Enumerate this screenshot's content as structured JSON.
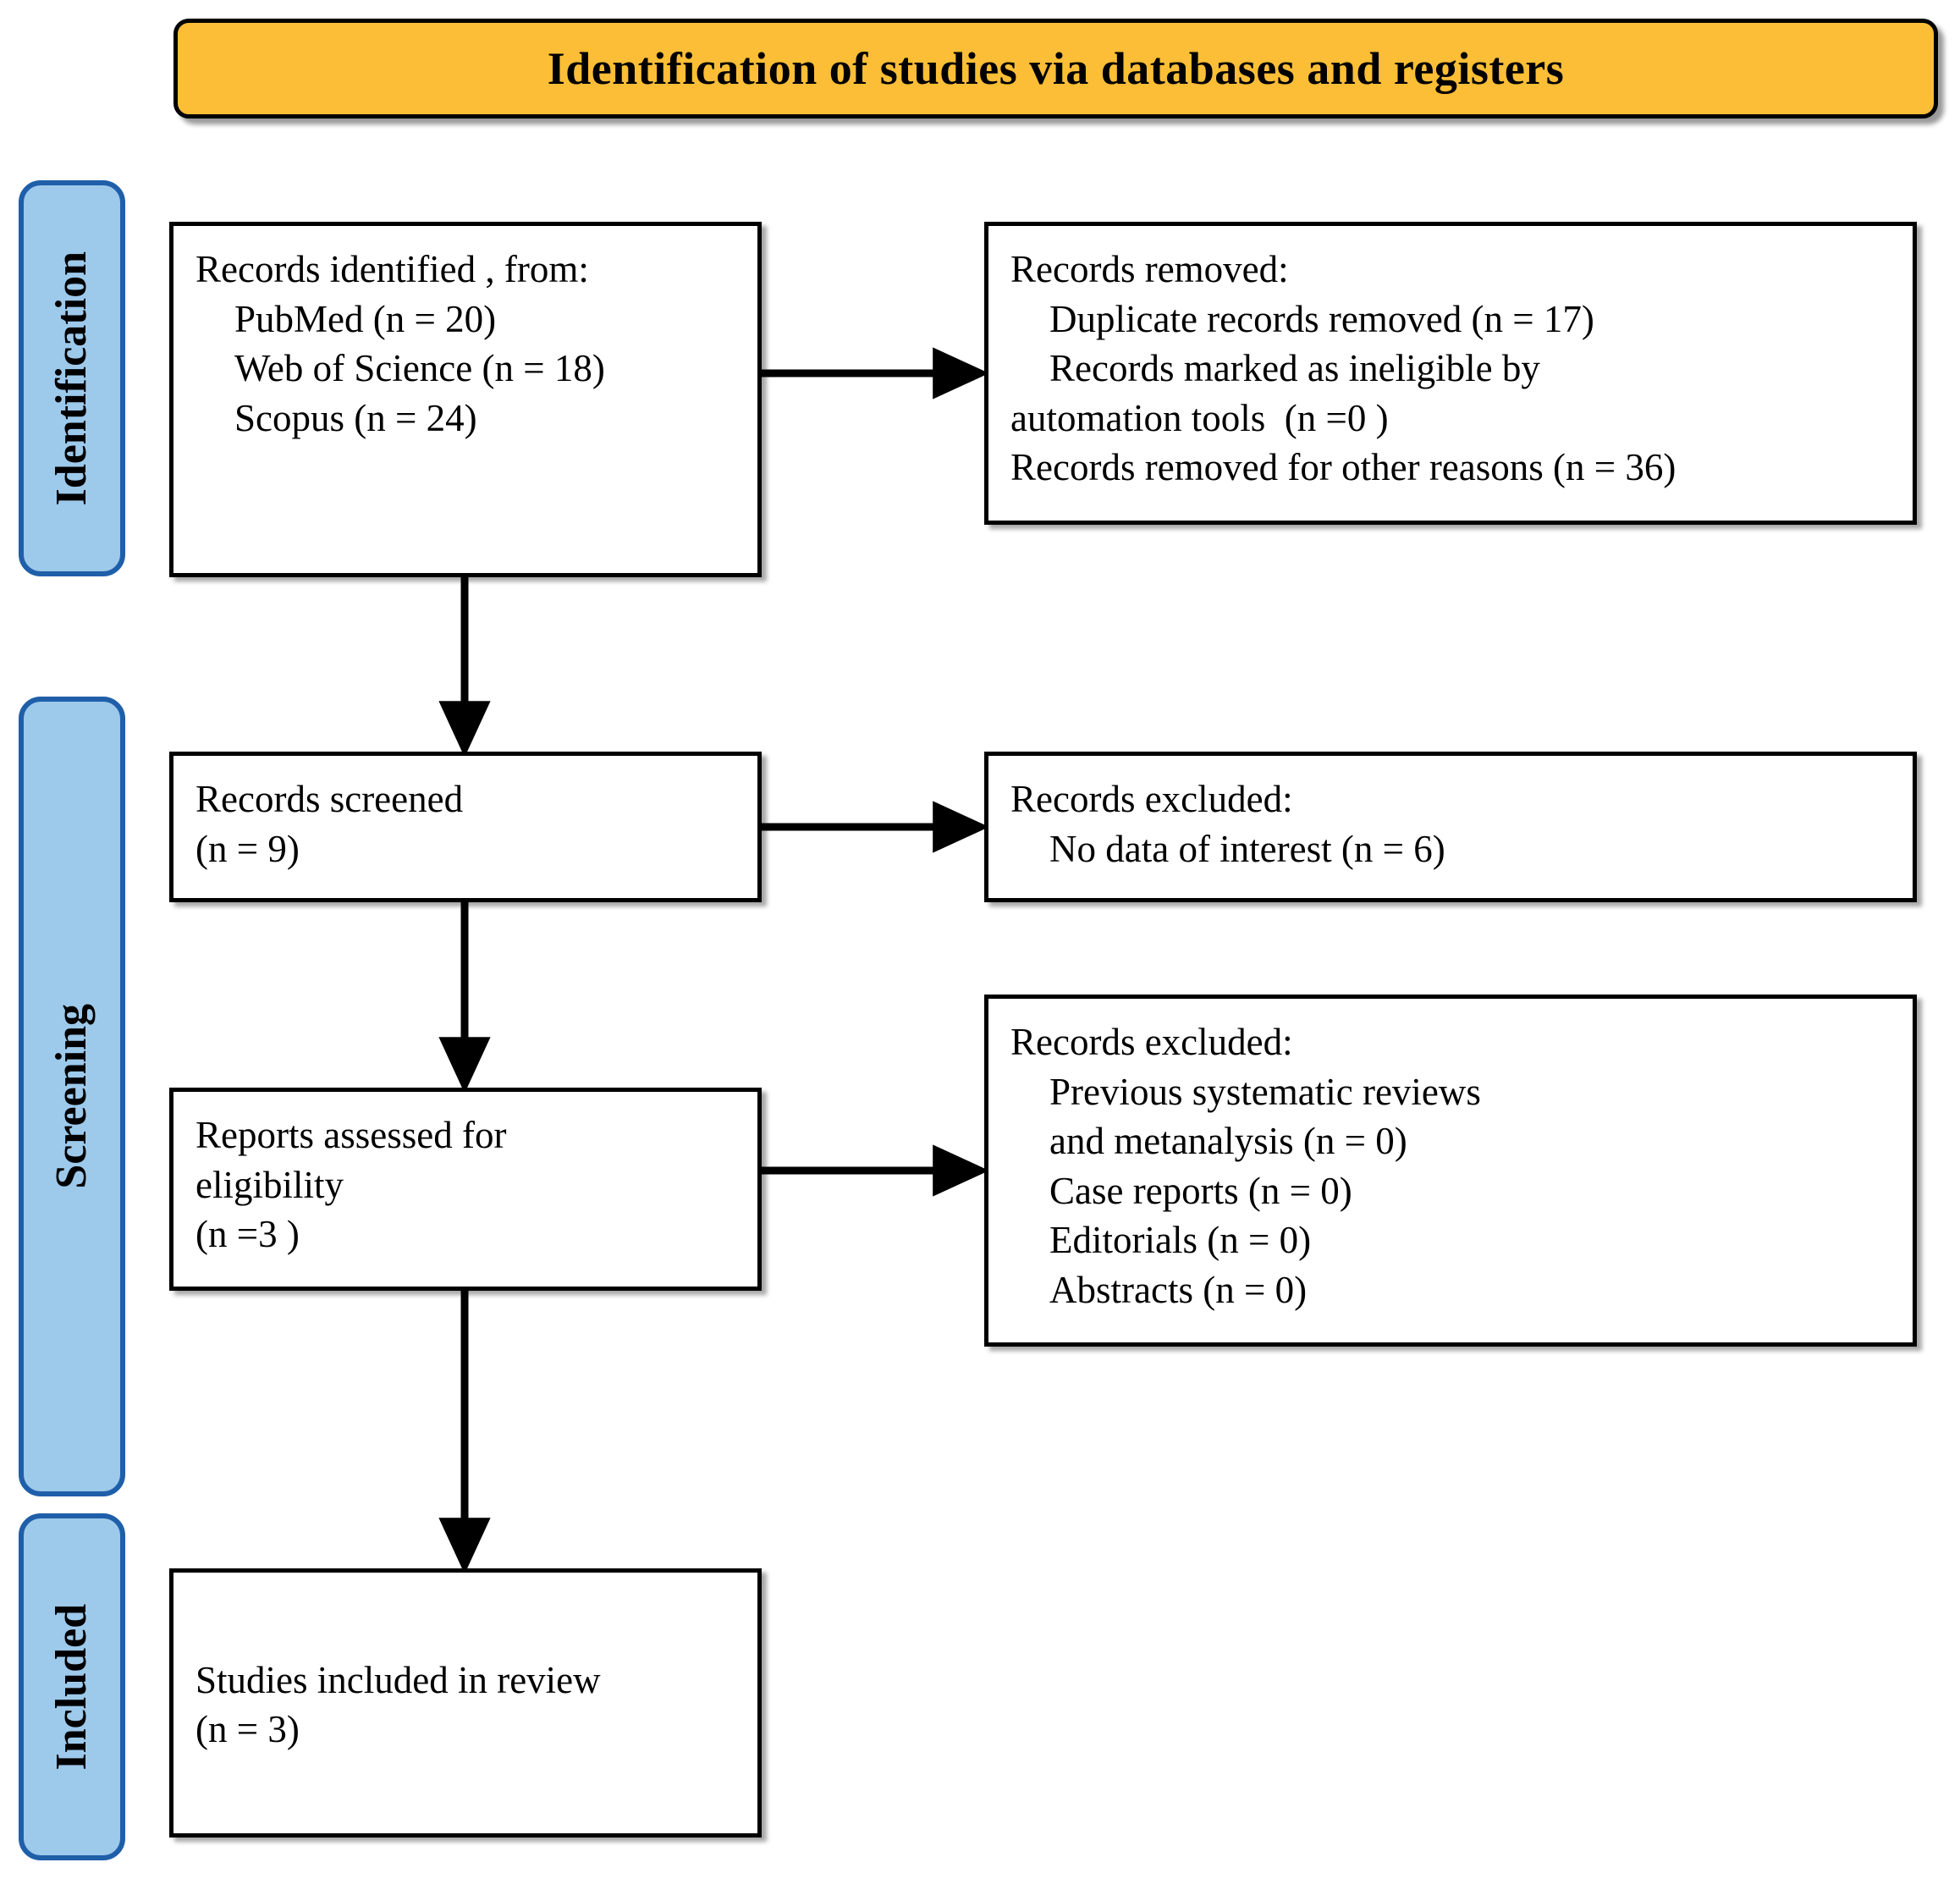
{
  "banner": {
    "title": "Identification of studies via databases and registers",
    "bg_color": "#FBBE36",
    "border_color": "#000000"
  },
  "stages": [
    {
      "id": "identification",
      "label": "Identification"
    },
    {
      "id": "screening",
      "label": "Screening"
    },
    {
      "id": "included",
      "label": "Included"
    }
  ],
  "stage_style": {
    "fill": "#9DC9EB",
    "border": "#1F5FA9"
  },
  "boxes": {
    "identified": {
      "lines": [
        "Records identified , from:",
        "PubMed (n = 20)",
        "Web of Science (n = 18)",
        "Scopus (n = 24)"
      ]
    },
    "removed": {
      "lines": [
        "Records removed:",
        "Duplicate records removed (n = 17)",
        "Records marked as ineligible by",
        "automation tools  (n =0 )",
        "Records removed for other reasons (n = 36)"
      ]
    },
    "screened": {
      "lines": [
        "Records screened",
        "(n = 9)"
      ]
    },
    "excluded_1": {
      "lines": [
        "Records excluded:",
        "No data of interest (n = 6)"
      ]
    },
    "eligibility": {
      "lines": [
        "Reports assessed for",
        "eligibility",
        "(n =3 )"
      ]
    },
    "excluded_2": {
      "lines": [
        "Records excluded:",
        "Previous systematic reviews",
        "and metanalysis (n = 0)",
        "Case reports (n = 0)",
        "Editorials (n = 0)",
        "Abstracts (n = 0)"
      ]
    },
    "included": {
      "lines": [
        "Studies included in review",
        "(n = 3)"
      ]
    }
  }
}
